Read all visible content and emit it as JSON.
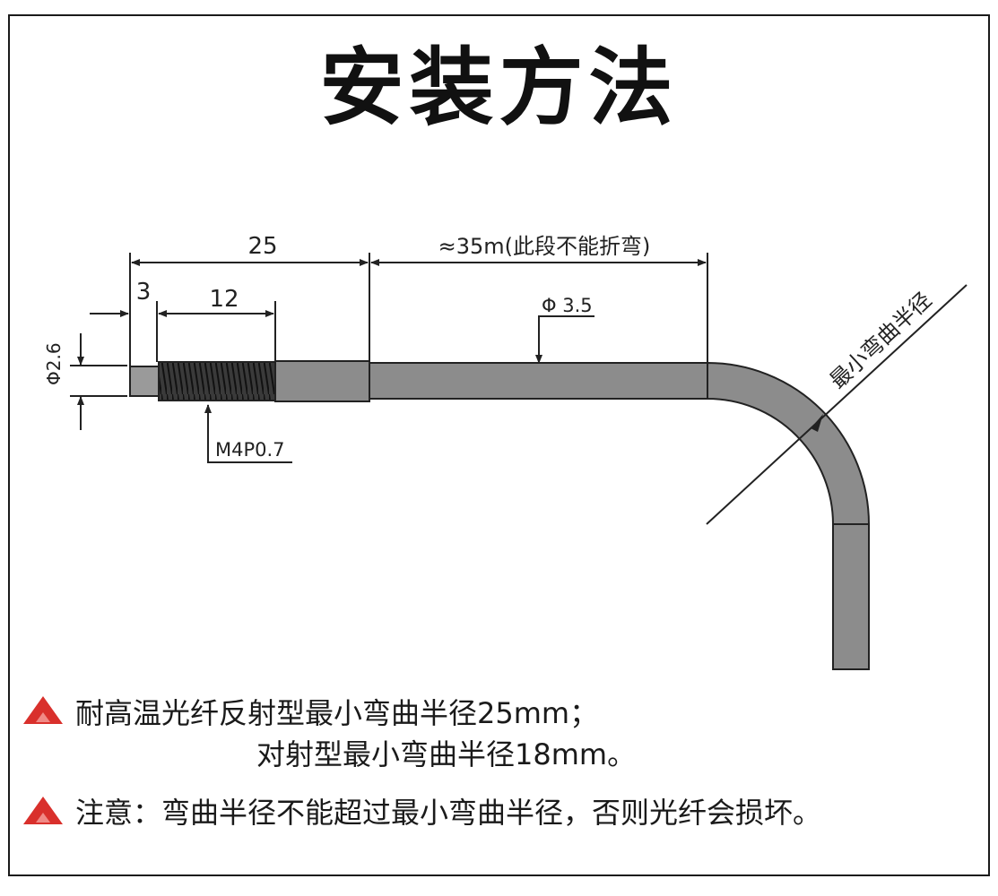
{
  "title": "安装方法",
  "diagram": {
    "dim_total_left": "25",
    "dim_tip": "3",
    "dim_thread": "12",
    "dim_fiber_len": "≈35m(此段不能折弯)",
    "dim_fiber_dia": "Φ 3.5",
    "dim_tip_dia": "Φ2.6",
    "thread_spec": "M4P0.7",
    "bend_radius_label": "最小弯曲半径"
  },
  "notes": {
    "line1": "耐高温光纤反射型最小弯曲半径25mm；",
    "line2": "对射型最小弯曲半径18mm。",
    "line3": "注意：弯曲半径不能超过最小弯曲半径，否则光纤会损坏。"
  },
  "colors": {
    "fiber_fill": "#8c8c8c",
    "warning_red": "#d9302c"
  }
}
